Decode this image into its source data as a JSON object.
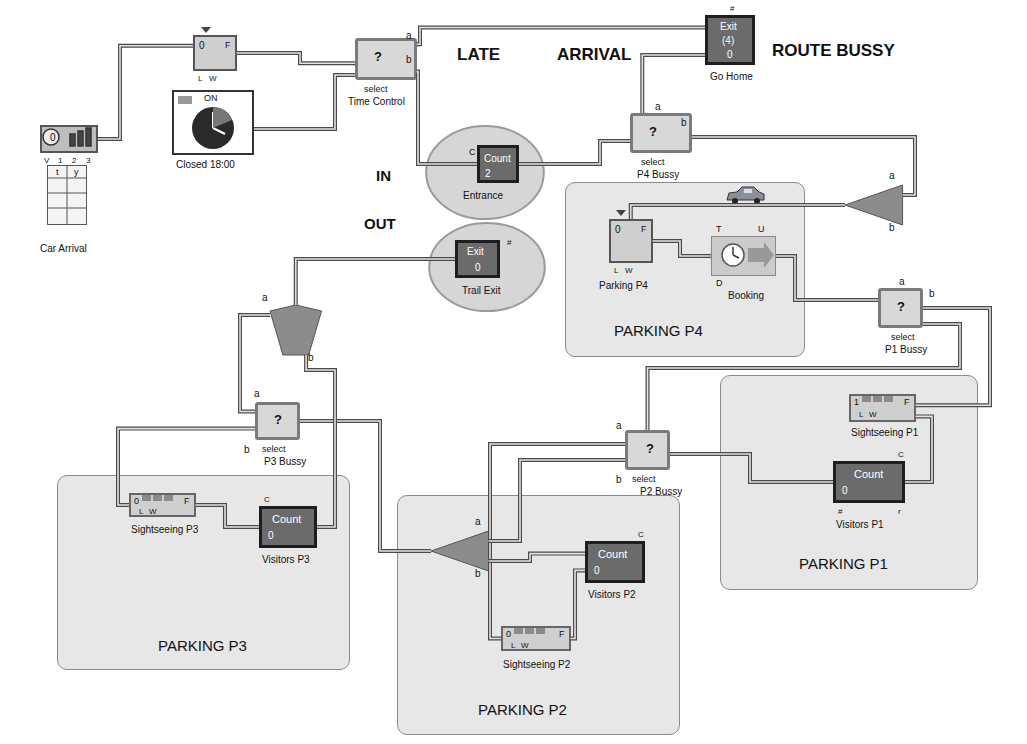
{
  "diagram": {
    "nodes": [
      {
        "text": [
          "0",
          "V",
          "1",
          "2",
          "3"
        ]
      },
      {
        "text": [
          "t",
          "y",
          "Car Arrival"
        ]
      },
      {
        "text": [
          "0",
          "F",
          "L",
          "W"
        ]
      },
      {
        "text": [
          "ON",
          "Closed 18:00"
        ]
      },
      {
        "text": [
          "a",
          "?",
          "b",
          "select",
          "Time Control"
        ]
      },
      {
        "text": [
          "#",
          "Exit",
          "(4)",
          "0",
          "Go Home"
        ]
      },
      {
        "text": [
          "Entrance"
        ]
      },
      {
        "text": [
          "C",
          "Count",
          "2"
        ],
        "in": 6
      },
      {
        "text": [
          "a",
          "?",
          "b",
          "select",
          "P4 Bussy"
        ]
      },
      {
        "text": [
          "PARKING P4"
        ]
      },
      {
        "text": [
          "0",
          "F",
          "L",
          "W",
          "Parking P4"
        ],
        "in": 9
      },
      {
        "text": [
          "T",
          "U",
          "D",
          "Booking"
        ],
        "in": 9
      },
      {
        "text": [
          "a",
          "b"
        ]
      },
      {
        "text": [
          "Trail Exit"
        ]
      },
      {
        "text": [
          "Exit",
          "0",
          "#"
        ],
        "in": 13
      },
      {
        "text": [
          "a",
          "?",
          "b",
          "select",
          "P1 Bussy"
        ]
      },
      {
        "text": [
          "a",
          "b"
        ]
      },
      {
        "text": [
          "PARKING P1"
        ]
      },
      {
        "text": [
          "1",
          "L",
          "W",
          "F",
          "Sightseeing P1"
        ],
        "in": 17
      },
      {
        "text": [
          "C",
          "Count",
          "0",
          "#",
          "r",
          "Visitors P1"
        ],
        "in": 17
      },
      {
        "text": [
          "a",
          "?",
          "b",
          "select",
          "P3 Bussy"
        ]
      },
      {
        "text": [
          "a",
          "?",
          "b",
          "select",
          "P2 Bussy"
        ]
      },
      {
        "text": [
          "PARKING P3"
        ]
      },
      {
        "text": [
          "0",
          "L",
          "W",
          "F",
          "Sightseeing P3"
        ],
        "in": 22
      },
      {
        "text": [
          "C",
          "Count",
          "0",
          "Visitors P3"
        ],
        "in": 22
      },
      {
        "text": [
          "PARKING P2"
        ]
      },
      {
        "text": [
          "a",
          "b"
        ],
        "in": 25
      },
      {
        "text": [
          "C",
          "Count",
          "0",
          "Visitors P2"
        ],
        "in": 25
      },
      {
        "text": [
          "0",
          "L",
          "W",
          "F",
          "Sightseeing P2"
        ],
        "in": 25
      }
    ],
    "edges": [
      {
        "from": 0,
        "to": 2,
        "arrow": "none"
      },
      {
        "from": 2,
        "to": 4,
        "arrow": "none"
      },
      {
        "from": 3,
        "to": 4,
        "arrow": "none"
      },
      {
        "from": 4,
        "to": 5,
        "arrow": "none"
      },
      {
        "from": 4,
        "to": 7,
        "arrow": "none"
      },
      {
        "from": 7,
        "to": 8,
        "arrow": "none"
      },
      {
        "from": 8,
        "to": 5,
        "arrow": "none"
      },
      {
        "from": 8,
        "to": 12,
        "arrow": "none"
      },
      {
        "from": 12,
        "to": 10,
        "arrow": "none"
      },
      {
        "from": 10,
        "to": 11,
        "arrow": "none"
      },
      {
        "from": 11,
        "to": 15,
        "arrow": "none"
      },
      {
        "from": 15,
        "to": 18,
        "arrow": "none"
      },
      {
        "from": 18,
        "to": 19,
        "arrow": "none"
      },
      {
        "from": 19,
        "to": 21,
        "arrow": "none"
      },
      {
        "from": 15,
        "to": 21,
        "arrow": "none"
      },
      {
        "from": 21,
        "to": 28,
        "arrow": "none"
      },
      {
        "from": 21,
        "to": 26,
        "arrow": "none"
      },
      {
        "from": 28,
        "to": 27,
        "arrow": "none"
      },
      {
        "from": 27,
        "to": 26,
        "arrow": "none"
      },
      {
        "from": 26,
        "to": 20,
        "arrow": "none"
      },
      {
        "from": 20,
        "to": 23,
        "arrow": "none"
      },
      {
        "from": 23,
        "to": 24,
        "arrow": "none"
      },
      {
        "from": 24,
        "to": 16,
        "arrow": "none"
      },
      {
        "from": 20,
        "to": 16,
        "arrow": "none"
      },
      {
        "from": 16,
        "to": 14,
        "arrow": "none"
      }
    ],
    "labels": [
      "LATE",
      "ARRIVAL",
      "ROUTE BUSSY",
      "IN",
      "OUT"
    ]
  }
}
